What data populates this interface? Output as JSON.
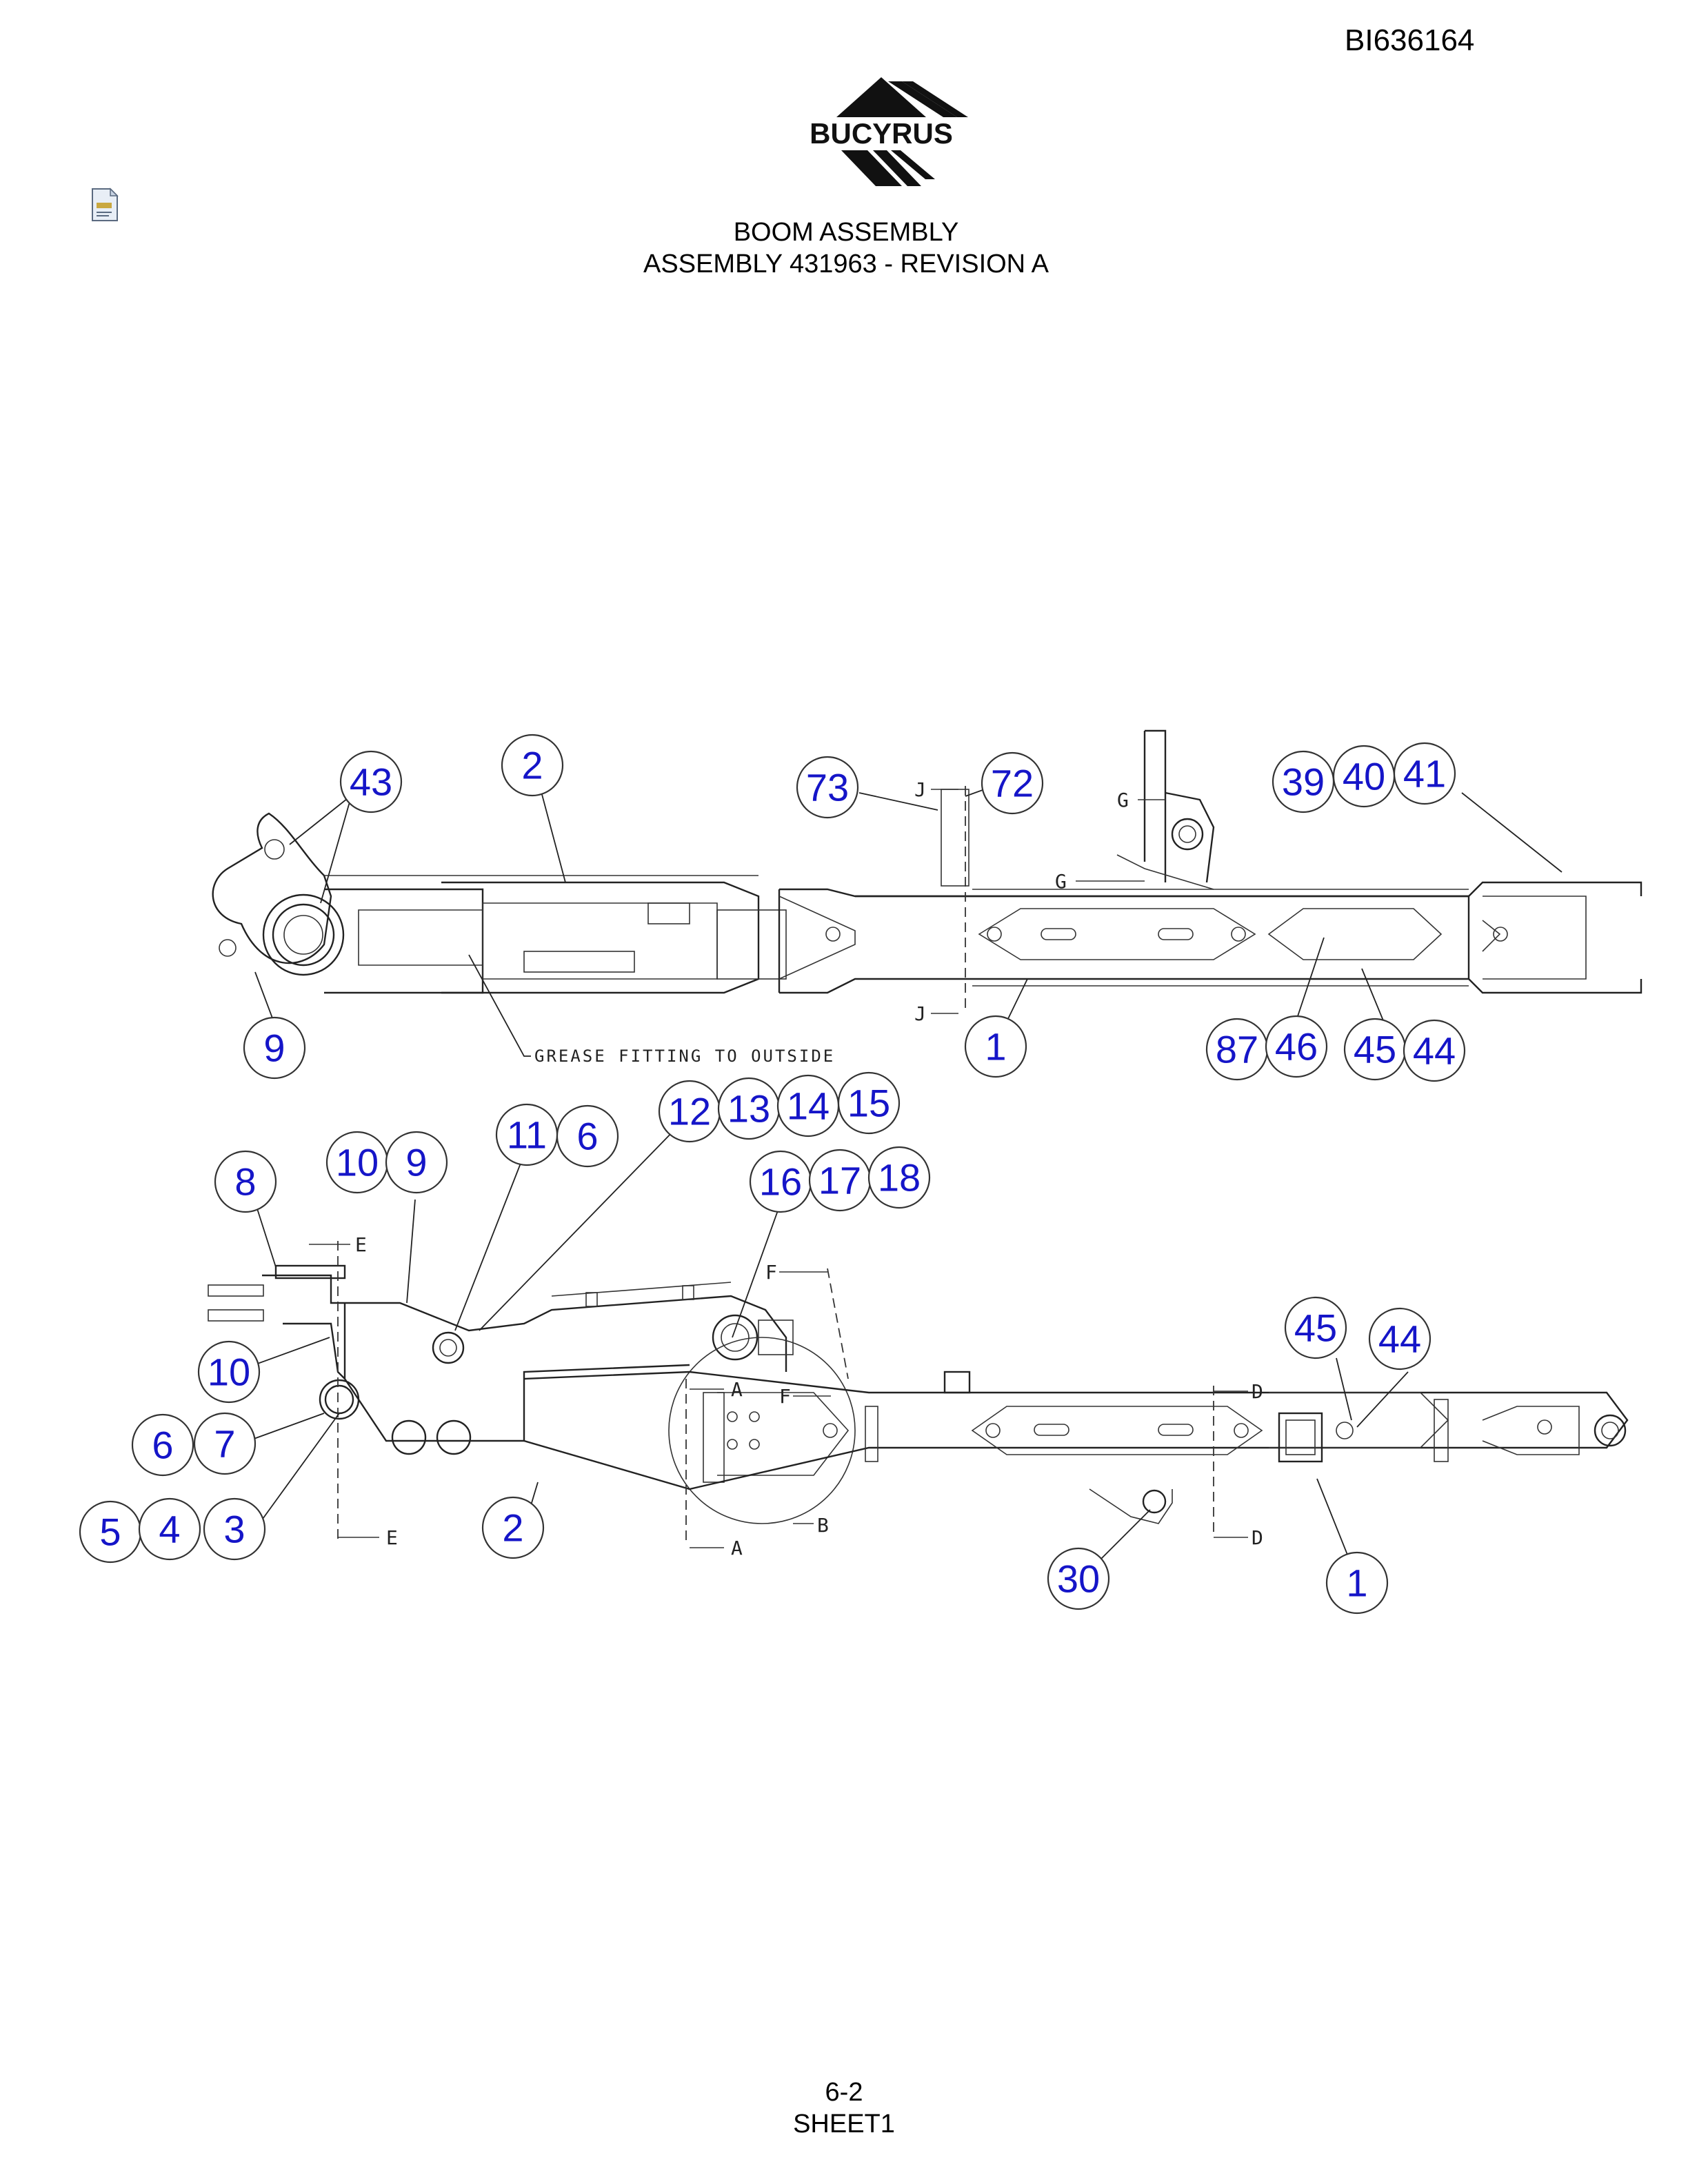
{
  "header": {
    "doc_id": "BI636164",
    "logo_text": "BUCYRUS"
  },
  "title": {
    "line1": "BOOM ASSEMBLY",
    "line2": "ASSEMBLY 431963 - REVISION A"
  },
  "footer": {
    "page": "6-2",
    "sheet": "SHEET1"
  },
  "notes": {
    "grease": "GREASE FITTING TO OUTSIDE"
  },
  "section_labels": [
    "J",
    "J",
    "G",
    "G",
    "E",
    "E",
    "F",
    "F",
    "A",
    "A",
    "B",
    "D",
    "D"
  ],
  "callouts_top": [
    "43",
    "2",
    "73",
    "72",
    "39",
    "40",
    "41",
    "9",
    "1",
    "87",
    "46",
    "45",
    "44"
  ],
  "callouts_bottom": [
    "12",
    "13",
    "14",
    "15",
    "11",
    "6",
    "10",
    "9",
    "8",
    "16",
    "17",
    "18",
    "10",
    "45",
    "44",
    "6",
    "7",
    "5",
    "4",
    "3",
    "2",
    "30",
    "1"
  ],
  "colors": {
    "callout_text": "#1515c8",
    "line": "#222222"
  }
}
